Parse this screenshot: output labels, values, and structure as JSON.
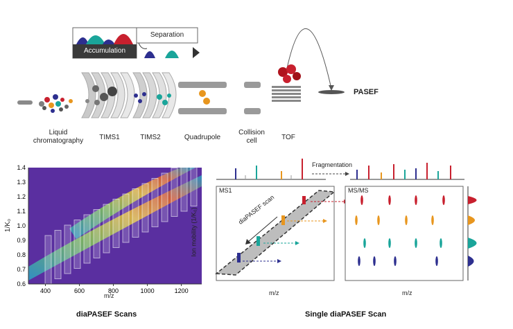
{
  "instrument": {
    "accumulation_label": "Accumulation",
    "separation_label": "Separation",
    "pasef_label": "PASEF",
    "components": [
      {
        "id": "lc",
        "label": "Liquid\nchromatography"
      },
      {
        "id": "tims1",
        "label": "TIMS1"
      },
      {
        "id": "tims2",
        "label": "TIMS2"
      },
      {
        "id": "quad",
        "label": "Quadrupole"
      },
      {
        "id": "cell",
        "label": "Collision\ncell"
      },
      {
        "id": "tof",
        "label": "TOF"
      }
    ],
    "colors": {
      "blue": "#2d2f8f",
      "teal": "#1aa59a",
      "red": "#c8202e",
      "orange": "#e8961e",
      "gray": "#7f7f7f"
    }
  },
  "heatmap": {
    "title": "diaPASEF Scans",
    "xlabel": "m/z",
    "ylabel": "1/K₀",
    "x_ticks": [
      "400",
      "600",
      "800",
      "1000",
      "1200"
    ],
    "y_ticks": [
      "1.4",
      "1.3",
      "1.2",
      "1.1",
      "1.0",
      "0.9",
      "0.8",
      "0.7",
      "0.6"
    ],
    "xlim": [
      300,
      1320
    ],
    "ylim": [
      0.6,
      1.4
    ],
    "background_color": "#5a2fa0"
  },
  "single_scan": {
    "title": "Single diaPASEF Scan",
    "ms1_label": "MS1",
    "msms_label": "MS/MS",
    "fragmentation_label": "Fragmentation",
    "scan_label": "diaPASEF scan",
    "ylabel": "Ion mobility (1/K₀)",
    "xlabel_left": "m/z",
    "xlabel_right": "m/z"
  }
}
